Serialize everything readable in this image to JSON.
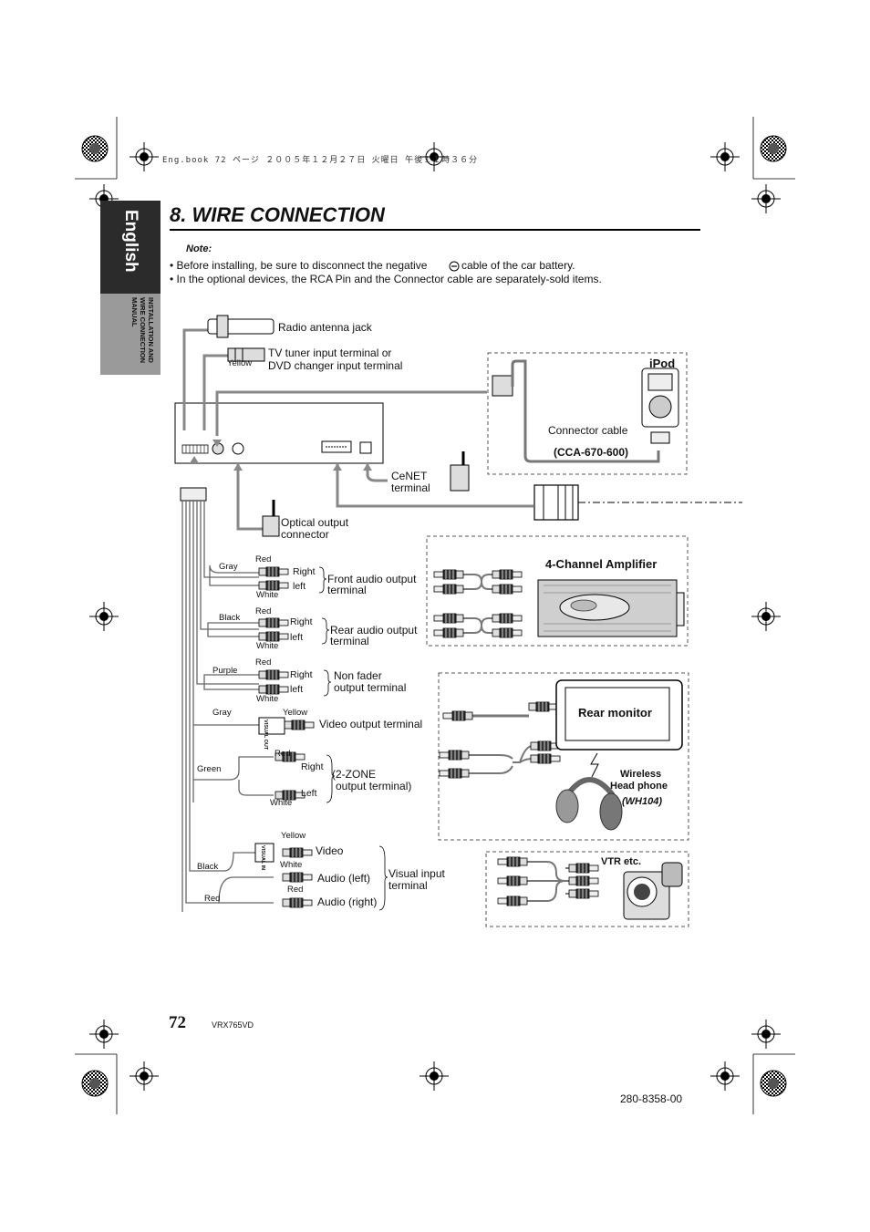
{
  "header_line": "Eng.book  72 ページ  ２００５年１２月２７日  火曜日  午後１１時３６分",
  "title": "8. WIRE CONNECTION",
  "side_tab": {
    "language": "English",
    "section": "INSTALLATION AND WIRE CONNECTION MANUAL"
  },
  "note": {
    "heading": "Note:",
    "line1_before": "• Before installing, be sure to disconnect the negative",
    "line1_after": "cable of the car battery.",
    "line2": "• In the optional devices, the RCA Pin and the Connector cable are separately-sold items."
  },
  "labels": {
    "radio_antenna": "Radio antenna jack",
    "tv_tuner_1": "TV tuner input terminal or",
    "tv_tuner_2": "DVD changer input terminal",
    "yellow_top": "Yellow",
    "ipod": "iPod",
    "connector_cable": "Connector cable",
    "cca": "(CCA-670-600)",
    "cenet_1": "CeNET",
    "cenet_2": "terminal",
    "optical_1": "Optical output",
    "optical_2": "connector",
    "amp": "4-Channel Amplifier",
    "gray1": "Gray",
    "red1": "Red",
    "right1": "Right",
    "left1": "left",
    "white1": "White",
    "front_1": "Front audio output",
    "front_2": "terminal",
    "black1": "Black",
    "red2": "Red",
    "right2": "Right",
    "left2": "left",
    "white2": "White",
    "rear_1": "Rear audio output",
    "rear_2": "terminal",
    "purple": "Purple",
    "red3": "Red",
    "right3": "Right",
    "left3": "left",
    "white3": "White",
    "nonfader_1": "Non fader",
    "nonfader_2": "output terminal",
    "gray2": "Gray",
    "yellow2": "Yellow",
    "visual_out": "VISUAL OUT",
    "video_out": "Video output terminal",
    "rear_monitor": "Rear monitor",
    "wireless_1": "Wireless",
    "wireless_2": "Head phone",
    "wh104": "(WH104)",
    "green": "Green",
    "red4": "Red",
    "right4": "Right",
    "left4": "Left",
    "white4": "White",
    "zone_1": "(2-ZONE",
    "zone_2": "output terminal)",
    "yellow3": "Yellow",
    "visual_in": "VISUAL IN",
    "video": "Video",
    "black2": "Black",
    "white5": "White",
    "audio_left": "Audio (left)",
    "red5": "Red",
    "red6": "Red",
    "audio_right": "Audio (right)",
    "visual_input_1": "Visual input",
    "visual_input_2": "terminal",
    "vtr": "VTR etc."
  },
  "footer": {
    "page_number": "72",
    "model": "VRX765VD",
    "code": "280-8358-00"
  }
}
